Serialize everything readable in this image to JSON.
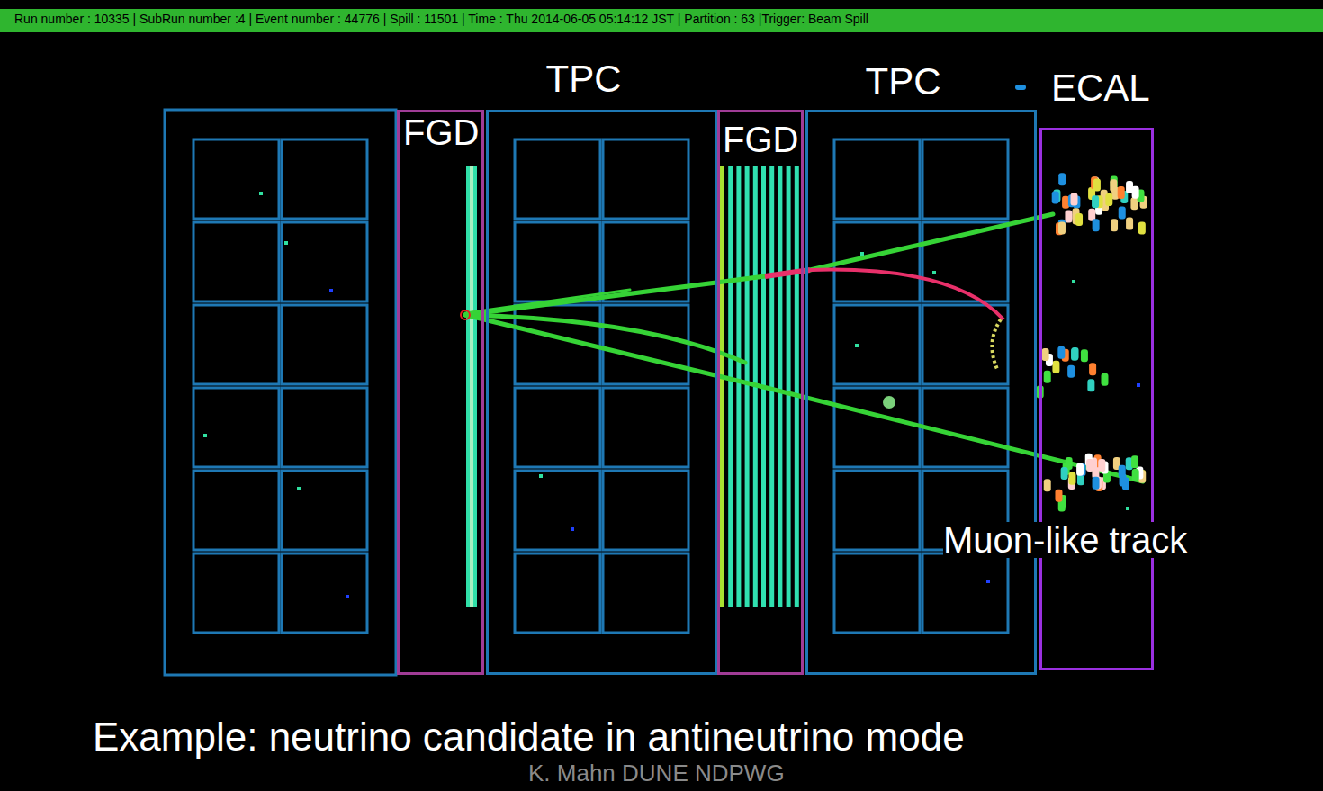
{
  "diagram": {
    "title": "Run number : 10335 | SubRun number :4 | Event number : 44776 | Spill : 11501 | Time : Thu 2014-06-05 05:14:12 JST | Partition : 63 |Trigger: Beam Spill",
    "caption": "Example: neutrino candidate in antineutrino mode",
    "nodes": [
      {
        "text": [
          "FGD"
        ]
      },
      {
        "text": [
          "TPC"
        ]
      },
      {
        "text": [
          "FGD"
        ]
      },
      {
        "text": [
          "TPC"
        ]
      },
      {
        "text": [
          "ECAL"
        ]
      }
    ],
    "labels": [
      "Muon-like track",
      "K. Mahn DUNE NDPWG"
    ]
  }
}
